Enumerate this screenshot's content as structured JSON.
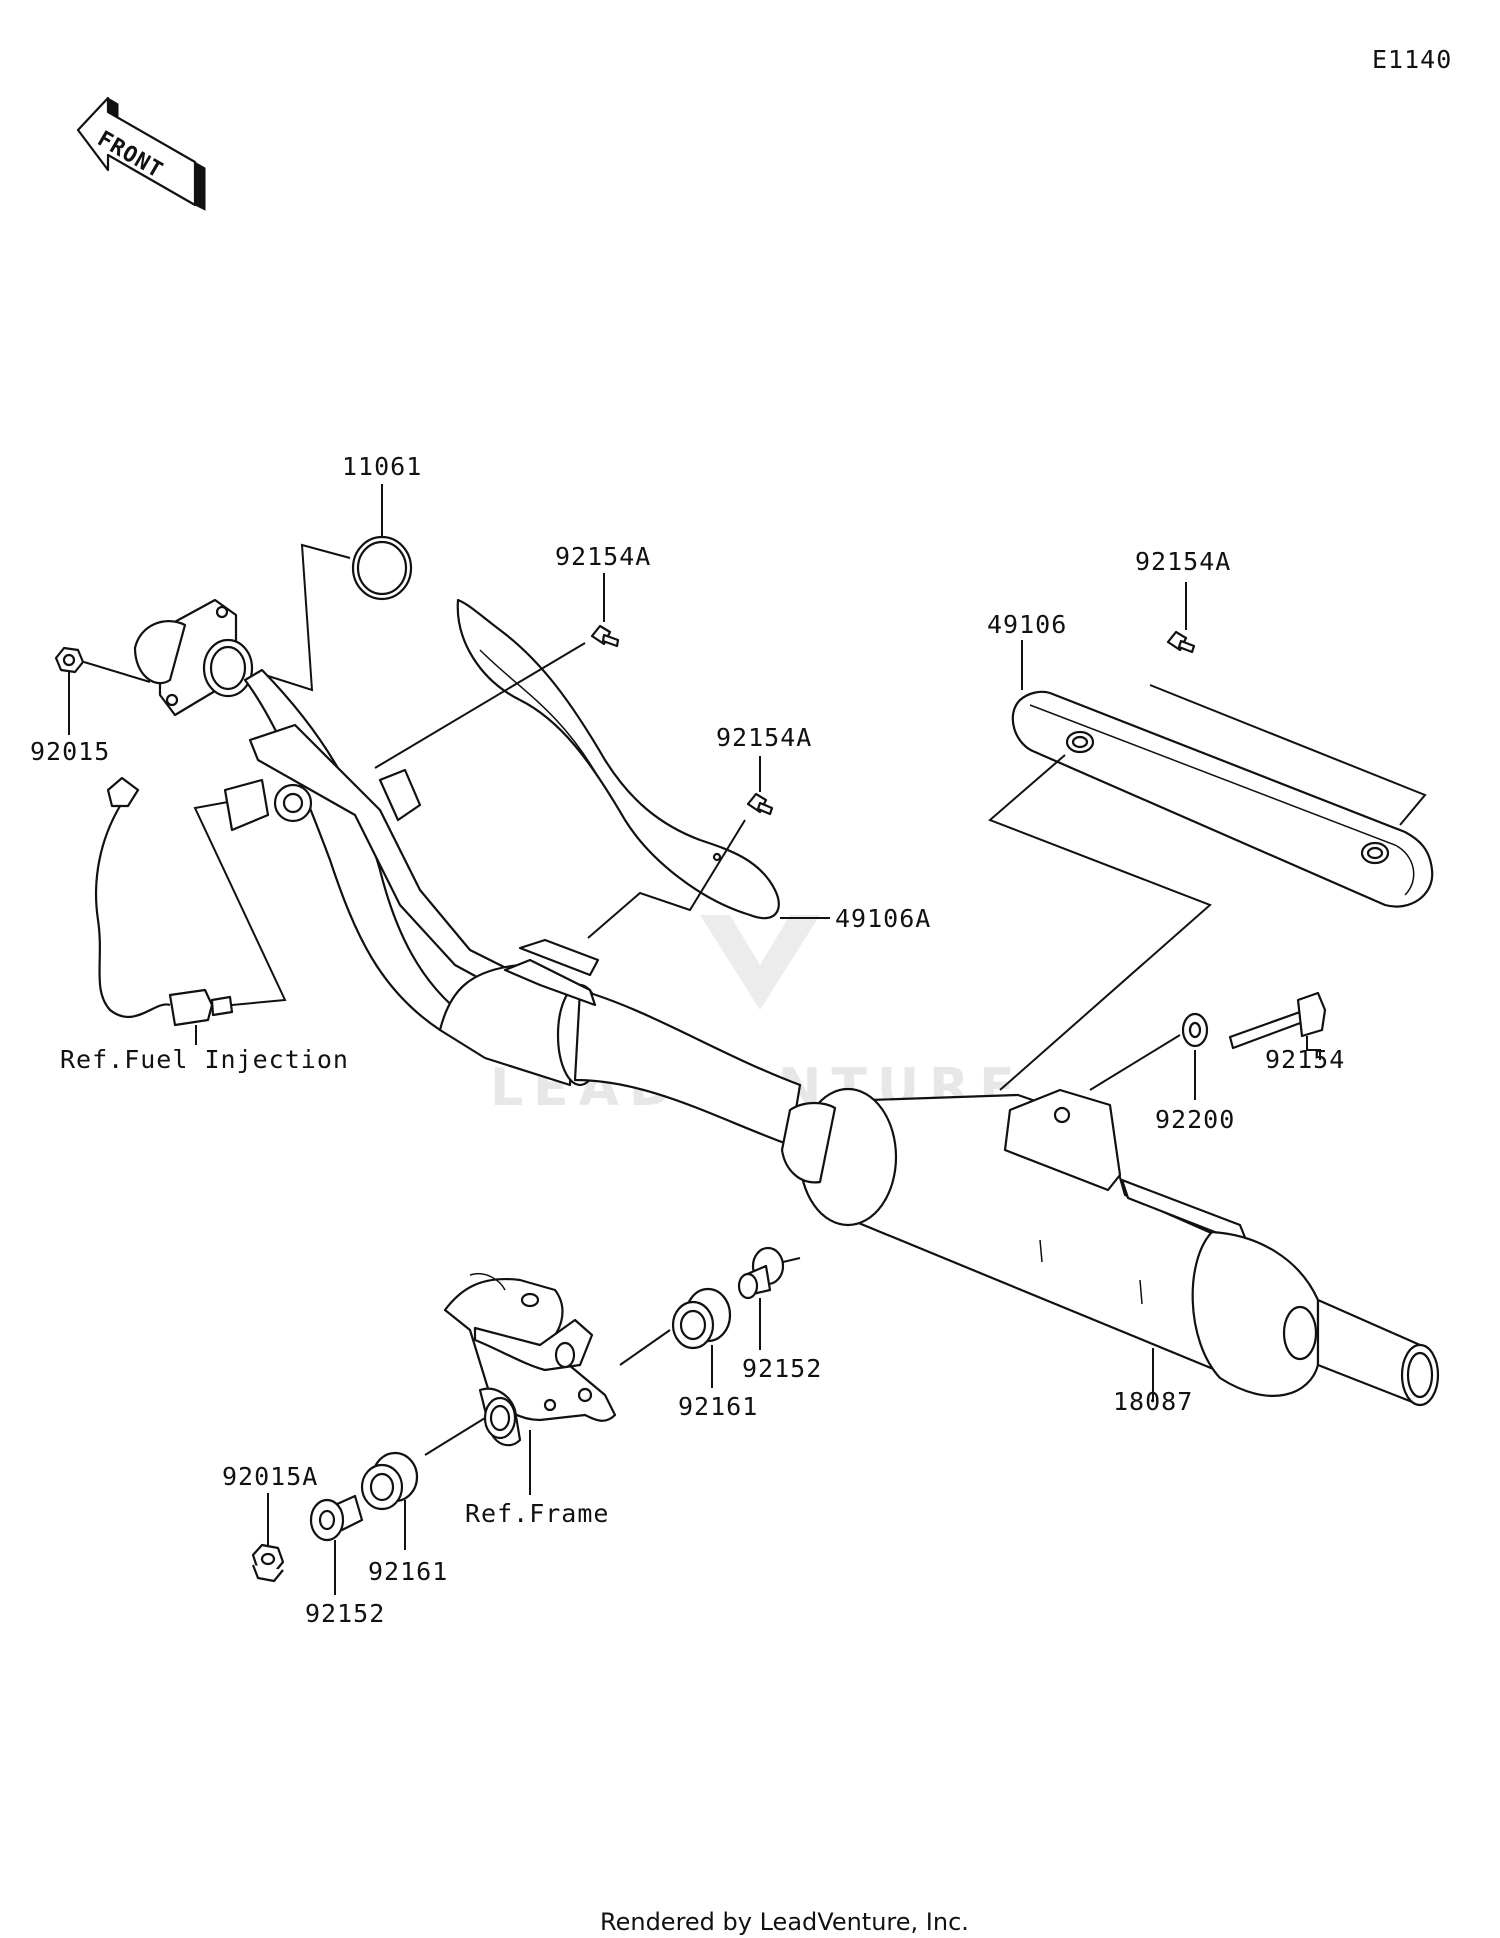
{
  "diagram_code": "E1140",
  "front_arrow_label": "FRONT",
  "watermark": "LEADVENTURE",
  "footer": "Rendered by LeadVenture, Inc.",
  "labels": {
    "p11061": "11061",
    "p92015": "92015",
    "p92154A_1": "92154A",
    "p92154A_2": "92154A",
    "p92154A_3": "92154A",
    "p49106": "49106",
    "p49106A": "49106A",
    "ref_fuel": "Ref.Fuel Injection",
    "p92154": "92154",
    "p92200": "92200",
    "p92152_1": "92152",
    "p92161_1": "92161",
    "p18087": "18087",
    "ref_frame": "Ref.Frame",
    "p92015A": "92015A",
    "p92161_2": "92161",
    "p92152_2": "92152"
  }
}
